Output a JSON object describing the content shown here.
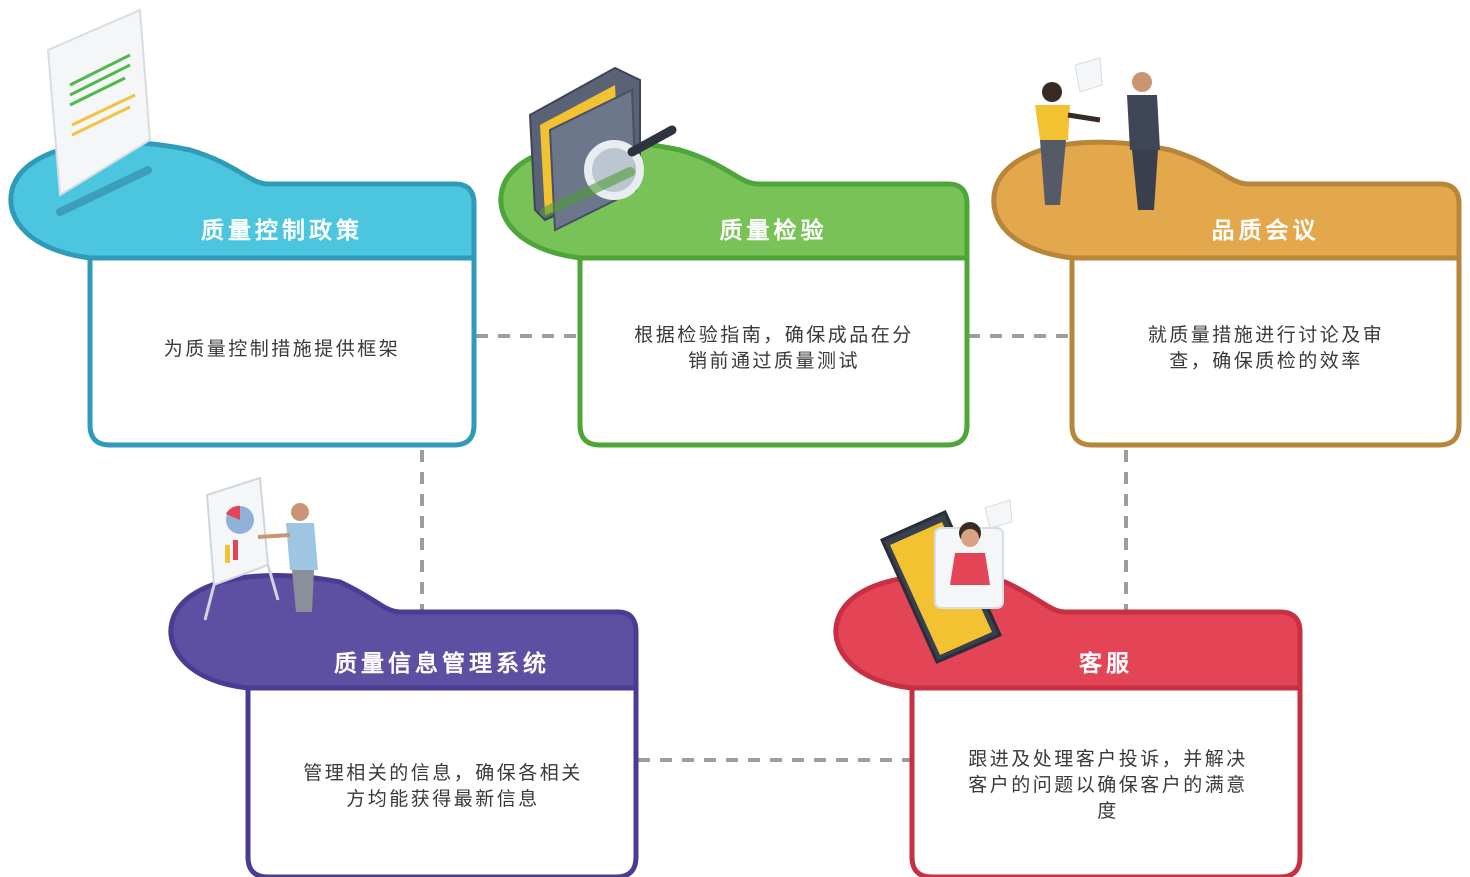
{
  "cards": [
    {
      "title": "质量控制政策",
      "text": "为质量控制措施提供框架",
      "color": "#4bc6de",
      "border": "#2f9bb9",
      "icon": "document-icon"
    },
    {
      "title": "质量检验",
      "text": "根据检验指南，确保成品在分销前通过质量测试",
      "color": "#78c257",
      "border": "#4ea63a",
      "icon": "folder-magnifier-icon"
    },
    {
      "title": "品质会议",
      "text": "就质量措施进行讨论及审查，确保质检的效率",
      "color": "#e3a74c",
      "border": "#b7863a",
      "icon": "meeting-people-icon"
    },
    {
      "title": "质量信息管理系统",
      "text": "管理相关的信息，确保各相关方均能获得最新信息",
      "color": "#5d4fa2",
      "border": "#4b3c93",
      "icon": "presentation-board-icon"
    },
    {
      "title": "客服",
      "text": "跟进及处理客户投诉，并解决客户的问题以确保客户的满意度",
      "color": "#e34456",
      "border": "#c53042",
      "icon": "customer-service-phone-icon"
    }
  ]
}
